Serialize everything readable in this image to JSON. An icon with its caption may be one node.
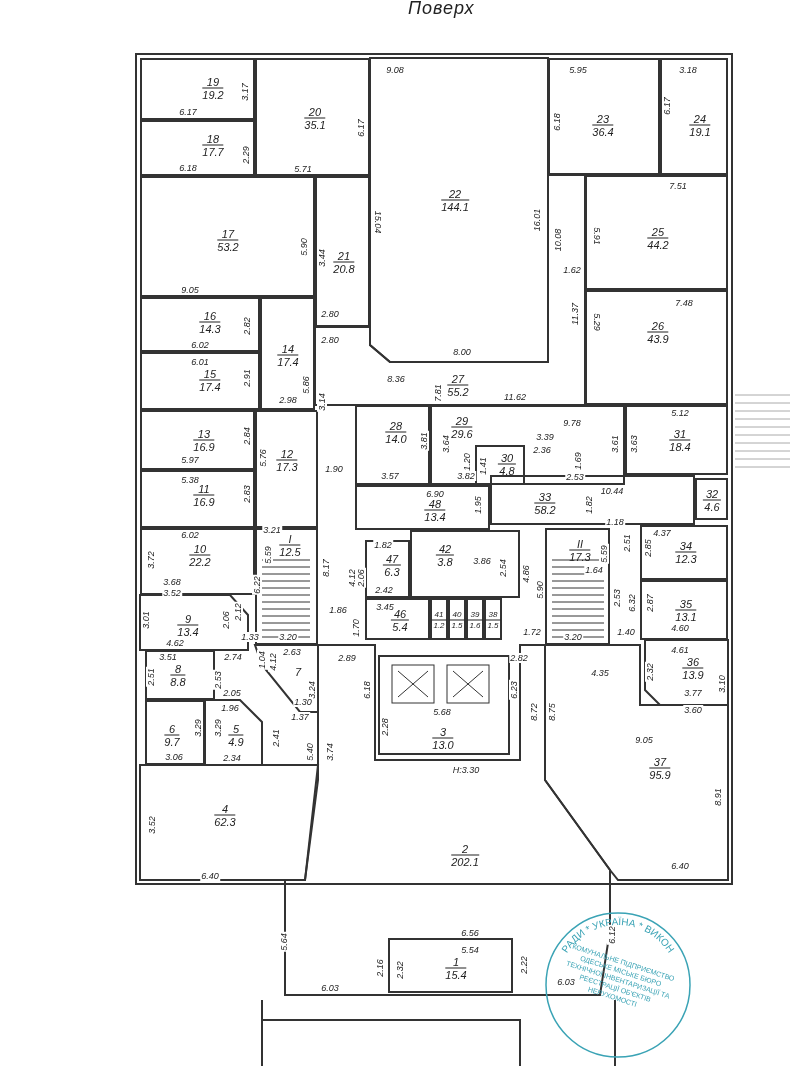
{
  "diagram": {
    "title": "Поверх",
    "nodes": [
      {
        "text": [
          "19",
          "19.2"
        ]
      },
      {
        "text": [
          "20",
          "35.1"
        ]
      },
      {
        "text": [
          "22",
          "144.1"
        ]
      },
      {
        "text": [
          "23",
          "36.4"
        ]
      },
      {
        "text": [
          "24",
          "19.1"
        ]
      },
      {
        "text": [
          "18",
          "17.7"
        ]
      },
      {
        "text": [
          "17",
          "53.2"
        ]
      },
      {
        "text": [
          "21",
          "20.8"
        ]
      },
      {
        "text": [
          "25",
          "44.2"
        ]
      },
      {
        "text": [
          "16",
          "14.3"
        ]
      },
      {
        "text": [
          "14",
          "17.4"
        ]
      },
      {
        "text": [
          "26",
          "43.9"
        ]
      },
      {
        "text": [
          "15",
          "17.4"
        ]
      },
      {
        "text": [
          "27",
          "55.2"
        ]
      },
      {
        "text": [
          "13",
          "16.9"
        ]
      },
      {
        "text": [
          "28",
          "14.0"
        ]
      },
      {
        "text": [
          "29",
          "29.6"
        ]
      },
      {
        "text": [
          "30",
          "4.8"
        ],
        "in": 16
      },
      {
        "text": [
          "31",
          "18.4"
        ]
      },
      {
        "text": [
          "12",
          "17.3"
        ]
      },
      {
        "text": [
          "11",
          "16.9"
        ]
      },
      {
        "text": [
          "48",
          "13.4"
        ]
      },
      {
        "text": [
          "33",
          "58.2"
        ]
      },
      {
        "text": [
          "32",
          "4.6"
        ]
      },
      {
        "text": [
          "10",
          "22.2"
        ]
      },
      {
        "text": [
          "I",
          "12.5"
        ]
      },
      {
        "text": [
          "47",
          "6.3"
        ]
      },
      {
        "text": [
          "42",
          "3.8"
        ]
      },
      {
        "text": [
          "34",
          "12.3"
        ]
      },
      {
        "text": [
          "II",
          "17.3"
        ]
      },
      {
        "text": [
          "9",
          "13.4"
        ]
      },
      {
        "text": [
          "46",
          "5.4"
        ]
      },
      {
        "text": [
          "41",
          "1.2"
        ]
      },
      {
        "text": [
          "40",
          "1.5"
        ]
      },
      {
        "text": [
          "39",
          "1.6"
        ]
      },
      {
        "text": [
          "38",
          "1.5"
        ]
      },
      {
        "text": [
          "35",
          "13.1"
        ]
      },
      {
        "text": [
          "8",
          "8.8"
        ]
      },
      {
        "text": [
          "7"
        ]
      },
      {
        "text": [
          "3",
          "13.0"
        ]
      },
      {
        "text": [
          "36",
          "13.9"
        ]
      },
      {
        "text": [
          "6",
          "9.7"
        ]
      },
      {
        "text": [
          "5",
          "4.9"
        ]
      },
      {
        "text": [
          "4",
          "62.3"
        ]
      },
      {
        "text": [
          "37",
          "95.9"
        ]
      },
      {
        "text": [
          "2",
          "202.1"
        ]
      },
      {
        "text": [
          "1",
          "15.4"
        ],
        "in": 45
      }
    ],
    "labels": [
      "9.08",
      "5.95",
      "3.18",
      "3.17",
      "6.17",
      "6.17",
      "2.29",
      "6.18",
      "5.71",
      "6.18",
      "6.17",
      "15.04",
      "16.01",
      "10.08",
      "7.51",
      "5.91",
      "1.62",
      "5.90",
      "3.44",
      "9.05",
      "2.80",
      "2.80",
      "11.37",
      "7.48",
      "2.82",
      "5.29",
      "6.02",
      "6.01",
      "2.91",
      "5.86",
      "2.98",
      "3.14",
      "8.00",
      "8.36",
      "7.81",
      "11.62",
      "5.12",
      "9.78",
      "3.81",
      "3.64",
      "1.20",
      "1.41",
      "2.36",
      "3.39",
      "1.69",
      "3.61",
      "3.63",
      "3.57",
      "3.82",
      "2.53",
      "10.44",
      "1.90",
      "2.84",
      "5.97",
      "5.38",
      "5.76",
      "2.83",
      "6.90",
      "1.95",
      "1.82",
      "6.02",
      "3.72",
      "5.59",
      "6.22",
      "8.17",
      "4.12",
      "2.06",
      "1.82",
      "2.42",
      "3.86",
      "2.54",
      "4.86",
      "5.90",
      "5.59",
      "2.51",
      "2.85",
      "1.18",
      "1.64",
      "2.53",
      "6.32",
      "2.87",
      "1.40",
      "4.37",
      "4.60",
      "4.61",
      "2.32",
      "3.10",
      "3.77",
      "3.60",
      "3.68",
      "3.52",
      "3.01",
      "2.06",
      "2.12",
      "4.62",
      "1.33",
      "3.20",
      "1.86",
      "1.70",
      "3.45",
      "1.72",
      "3.20",
      "2.89",
      "2.82",
      "2.63",
      "2.74",
      "1.04",
      "4.12",
      "3.51",
      "2.51",
      "2.53",
      "3.24",
      "2.05",
      "1.96",
      "1.30",
      "1.37",
      "3.29",
      "3.29",
      "2.41",
      "3.06",
      "2.34",
      "5.40",
      "3.74",
      "6.18",
      "2.28",
      "5.68",
      "6.23",
      "8.72",
      "8.75",
      "4.35",
      "9.05",
      "8.91",
      "Н:3.30",
      "3.52",
      "6.40",
      "6.40",
      "5.64",
      "6.03",
      "6.56",
      "5.54",
      "2.16",
      "2.32",
      "2.22",
      "6.12",
      "6.03",
      "3.21",
      "РАДИ * УКРАЇНА * ВИКОН",
      "КОМУНАЛЬНЕ ПІДПРИЄМСТВО ОДЕСЬКЕ МІСЬКЕ БЮРО ТЕХНІЧНОЇ ІНВЕНТАРИЗАЦІЇ ТА РЕЄСТРАЦІЇ ОБ'ЄКТІВ НЕРУХОМОСТІ"
    ]
  }
}
